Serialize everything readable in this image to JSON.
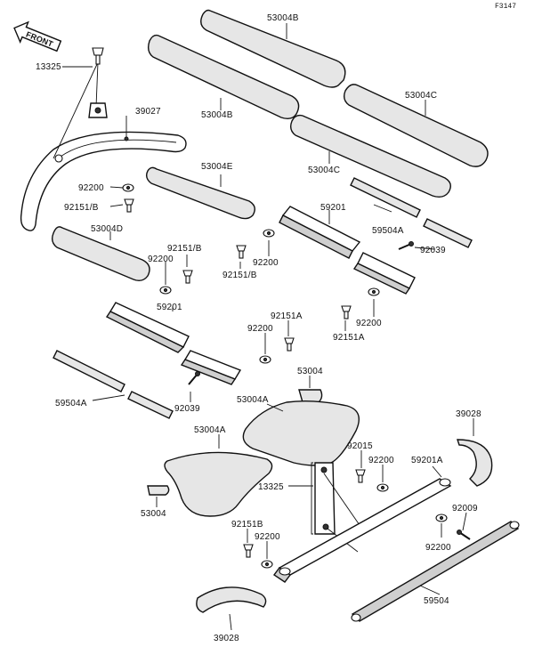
{
  "diagram": {
    "code": "F3147",
    "front_label": "FRONT",
    "labels": {
      "l53004B_top": "53004B",
      "l53004B_mid": "53004B",
      "l53004C_right": "53004C",
      "l53004C_mid": "53004C",
      "l13325_top": "13325",
      "l39027": "39027",
      "l53004E": "53004E",
      "l92200_a": "92200",
      "l92151B_a": "92151/B",
      "l59201_right": "59201",
      "l59504A_right": "59504A",
      "l92039_right": "92039",
      "l53004D": "53004D",
      "l92151B_b": "92151/B",
      "l92200_b": "92200",
      "l92200_c": "92200",
      "l92151B_c": "92151/B",
      "l92200_d": "92200",
      "l92151A_right": "92151A",
      "l59201_mid": "59201",
      "l92151A_mid": "92151A",
      "l92200_e": "92200",
      "l53004_mid": "53004",
      "l59504A_left": "59504A",
      "l92039_left": "92039",
      "l53004A_right": "53004A",
      "l53004A_left": "53004A",
      "l39028_right": "39028",
      "l92015": "92015",
      "l92200_f": "92200",
      "l59201A": "59201A",
      "l13325_bottom": "13325",
      "l53004_left": "53004",
      "l92009": "92009",
      "l92151B_d": "92151B",
      "l92200_g": "92200",
      "l92200_h": "92200",
      "l59504": "59504",
      "l39028_bottom": "39028"
    }
  }
}
